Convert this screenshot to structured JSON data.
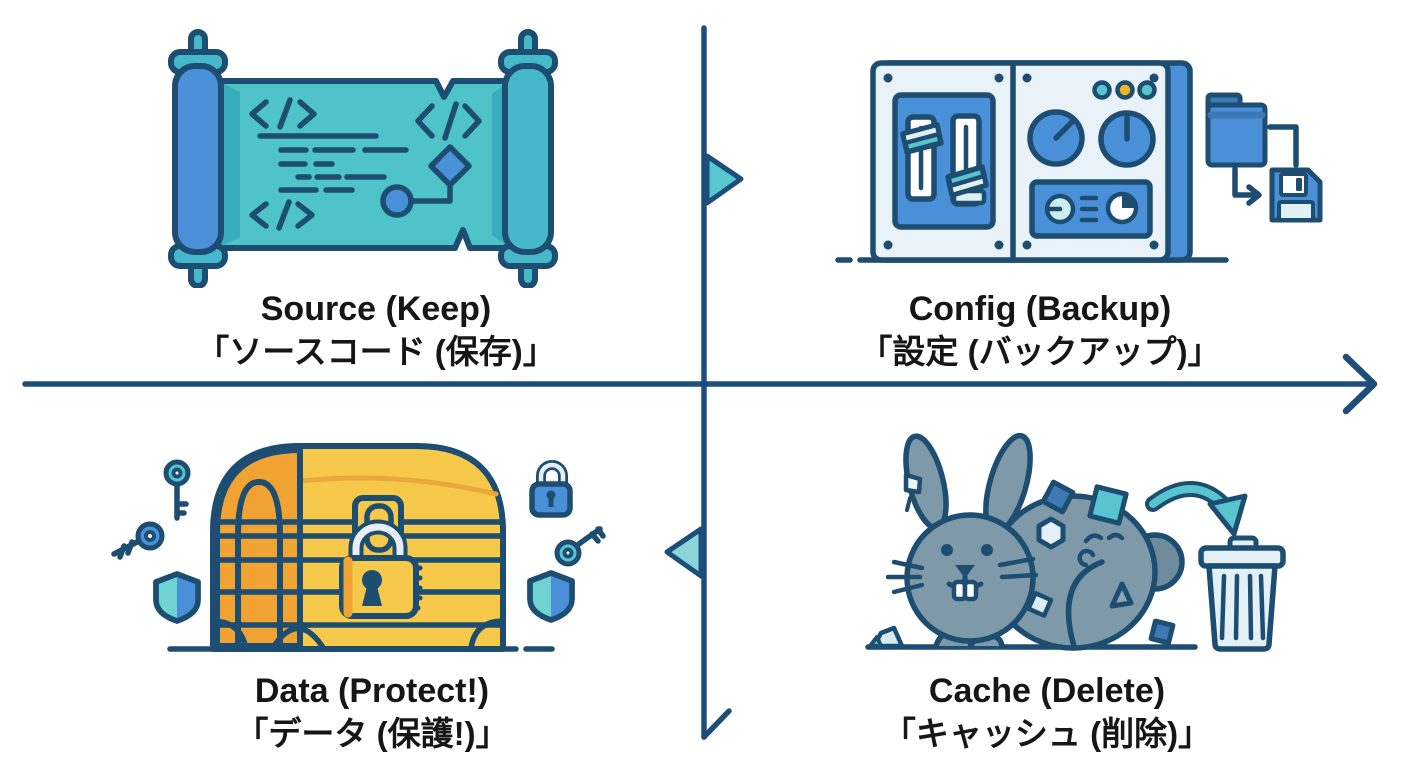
{
  "diagram": {
    "type": "quadrant-diagram",
    "quadrants": [
      {
        "id": "top-left",
        "title": "Source (Keep)",
        "subtitle": "「ソースコード (保存)」",
        "icon": "code-scroll-icon"
      },
      {
        "id": "top-right",
        "title": "Config (Backup)",
        "subtitle": "「設定 (バックアップ)」",
        "icon": "control-panel-backup-icon"
      },
      {
        "id": "bottom-left",
        "title": "Data (Protect!)",
        "subtitle": "「データ (保護!)」",
        "icon": "treasure-chest-icon"
      },
      {
        "id": "bottom-right",
        "title": "Cache (Delete)",
        "subtitle": "「キャッシュ (削除)」",
        "icon": "dust-bunny-trash-icon"
      }
    ],
    "axes": {
      "horizontal": {
        "arrow": "right"
      },
      "vertical": {
        "arrow": "down-half"
      },
      "markers": [
        {
          "position": "upper",
          "direction": "right"
        },
        {
          "position": "lower",
          "direction": "left"
        }
      ]
    },
    "colors": {
      "outline_navy": "#1d4d70",
      "axis_navy": "#1d4e79",
      "teal": "#57c4cf",
      "paper_teal": "#4fc3ca",
      "blue": "#4a90d9",
      "dark_blue": "#3d7ab5",
      "gold": "#f7c94a",
      "orange": "#f0a232",
      "amber_dot": "#f0b429",
      "slate_fur": "#7e9aa9",
      "pale_blue": "#e3f0f8",
      "text": "#161616"
    }
  }
}
